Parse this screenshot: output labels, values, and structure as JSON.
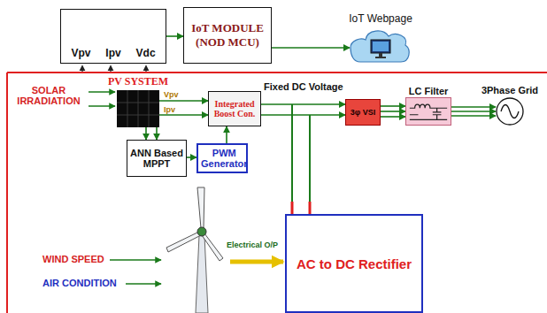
{
  "diagram": {
    "nodes": [
      {
        "text": [
          "Vpv",
          "Ipv",
          "Vdc"
        ]
      },
      {
        "text": [
          "IoT MODULE (NOD MCU)"
        ]
      },
      {
        "text": [
          "IoT Webpage"
        ]
      },
      {
        "text": [
          "PV SYSTEM"
        ]
      },
      {
        "text": [
          "Integrated Boost Con."
        ]
      },
      {
        "text": [
          "3φ VSI"
        ]
      },
      {
        "text": [
          "LC Filter"
        ]
      },
      {
        "text": [
          "3Phase Grid"
        ]
      },
      {
        "text": [
          "ANN Based MPPT"
        ]
      },
      {
        "text": [
          "PWM Generator"
        ]
      },
      {
        "text": [
          "AC to DC Rectifier"
        ]
      }
    ],
    "edges": [
      {
        "from": 0,
        "to": 1,
        "arrow": "to"
      },
      {
        "from": 1,
        "to": 2,
        "arrow": "to"
      },
      {
        "from": 3,
        "to": 4,
        "arrow": "to"
      },
      {
        "from": 4,
        "to": 5,
        "arrow": "to"
      },
      {
        "from": 5,
        "to": 6,
        "arrow": "to"
      },
      {
        "from": 6,
        "to": 7,
        "arrow": "to"
      },
      {
        "from": 3,
        "to": 8,
        "arrow": "to"
      },
      {
        "from": 8,
        "to": 9,
        "arrow": "to"
      },
      {
        "from": 9,
        "to": 4,
        "arrow": "to"
      }
    ],
    "labels": [
      "SOLAR IRRADIATION",
      "Vpv",
      "Ipv",
      "Fixed DC Voltage",
      "WIND SPEED",
      "AIR CONDITION",
      "Electrical O/P"
    ]
  }
}
